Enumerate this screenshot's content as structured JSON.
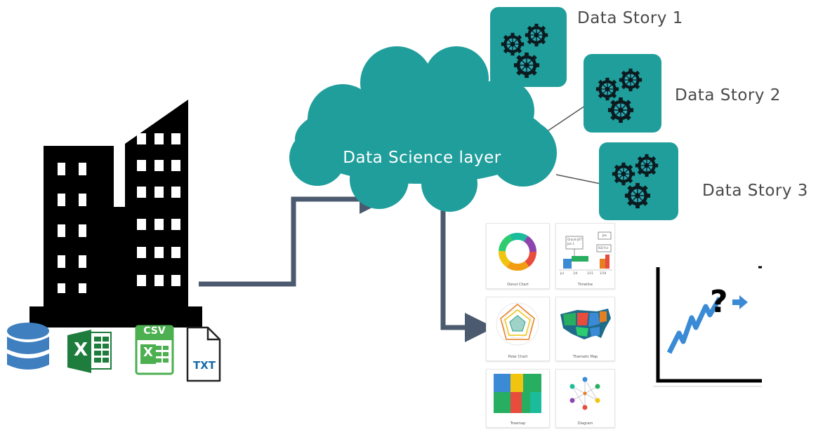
{
  "cloud": {
    "label": "Data Science layer"
  },
  "stories": [
    {
      "label": "Data Story 1"
    },
    {
      "label": "Data Story 2"
    },
    {
      "label": "Data Story 3"
    }
  ],
  "source_icons": {
    "excel_badge": "X",
    "csv_label": "CSV",
    "csv_badge": "X",
    "txt_label": "TXT"
  },
  "gallery": {
    "tiles": [
      {
        "caption": "Donut Chart"
      },
      {
        "caption": "Timeline"
      },
      {
        "caption": "Polar Chart"
      },
      {
        "caption": "Thematic Map"
      },
      {
        "caption": "Treemap"
      },
      {
        "caption": "Diagram"
      }
    ],
    "timeline_labels": {
      "box1": "Oracle JET",
      "box1b": "Jan 1",
      "box2": "Jan",
      "box3": "ISO For",
      "ticks": [
        "Jul",
        "1/4",
        "1/11",
        "1/18"
      ]
    }
  },
  "colors": {
    "teal": "#1f9e9b",
    "arrow": "#4b5a6e",
    "building": "#000000",
    "db_blue": "#3f7fbf",
    "excel_green": "#1e7c3c",
    "csv_green": "#4caf50",
    "trend_blue": "#3a8ad6"
  }
}
